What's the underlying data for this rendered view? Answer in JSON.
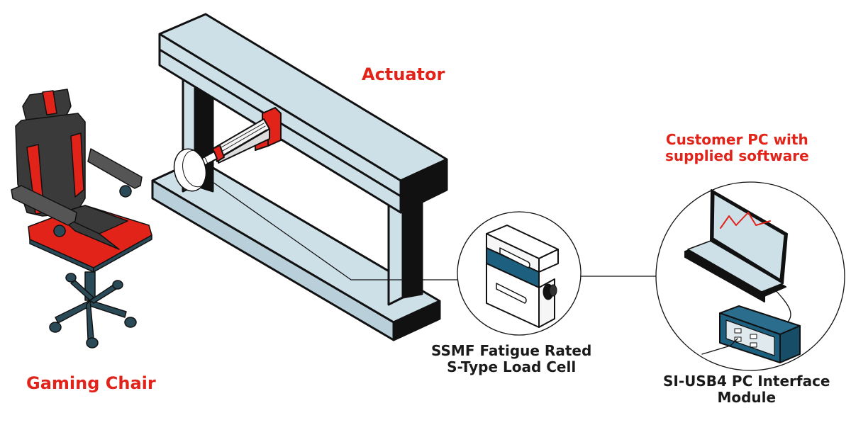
{
  "diagram": {
    "title": "Gaming chair fatigue test setup",
    "colors": {
      "accent_red": "#e2231a",
      "frame_blue": "#cde0e8",
      "module_blue": "#1d5f7e",
      "chair_dark": "#3a3a3a",
      "outline": "#111111"
    },
    "labels": {
      "actuator": "Actuator",
      "customer_pc_line1": "Customer PC with",
      "customer_pc_line2": "supplied software",
      "load_cell_line1": "SSMF Fatigue Rated",
      "load_cell_line2": "S-Type Load Cell",
      "module_line1": "SI-USB4 PC Interface",
      "module_line2": "Module",
      "chair": "Gaming Chair"
    },
    "components": [
      {
        "id": "gaming-chair",
        "name": "Gaming Chair",
        "icon": "chair-icon"
      },
      {
        "id": "test-frame",
        "name": "Test Frame",
        "icon": "frame-icon"
      },
      {
        "id": "actuator",
        "name": "Actuator",
        "icon": "actuator-icon"
      },
      {
        "id": "load-cell",
        "name": "SSMF Fatigue Rated S-Type Load Cell",
        "icon": "load-cell-icon"
      },
      {
        "id": "laptop",
        "name": "Customer PC with supplied software",
        "icon": "laptop-icon"
      },
      {
        "id": "interface-module",
        "name": "SI-USB4 PC Interface Module",
        "icon": "usb-module-icon"
      }
    ],
    "connections": [
      {
        "from": "actuator",
        "to": "load-cell"
      },
      {
        "from": "load-cell",
        "to": "interface-module"
      },
      {
        "from": "interface-module",
        "to": "laptop"
      }
    ]
  }
}
